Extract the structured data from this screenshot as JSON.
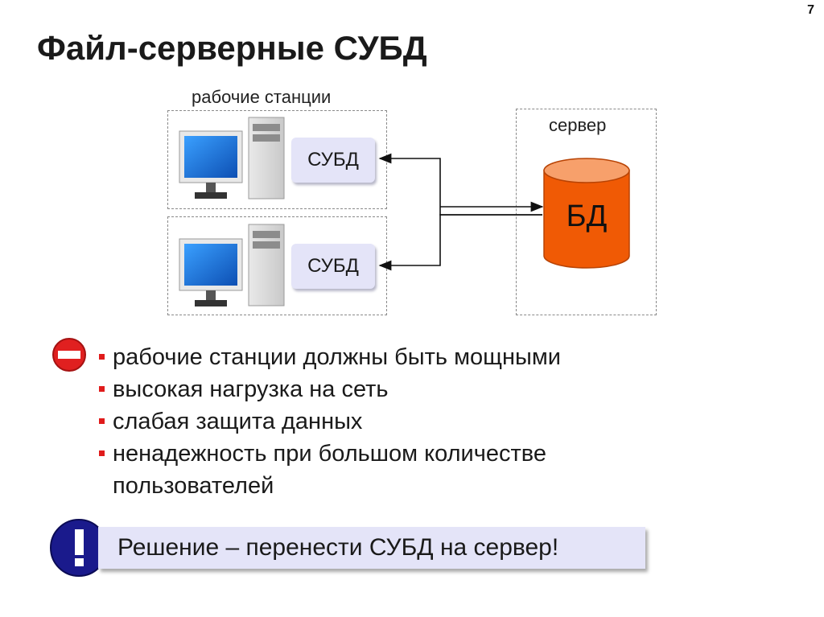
{
  "page_number": "7",
  "title": "Файл-серверные СУБД",
  "diagram": {
    "workstations_label": "рабочие станции",
    "server_label": "сервер",
    "dbms_label": "СУБД",
    "db_label": "БД",
    "colors": {
      "database": "#f05a05",
      "database_top": "#f7a06b",
      "dbms_box": "#e4e4f8",
      "monitor_screen": "#1b6fd8",
      "bullet": "#e01b1b",
      "stop_sign": "#e02020",
      "exclamation_circle": "#1a1a8c"
    }
  },
  "disadvantages": [
    "рабочие станции должны быть мощными",
    "высокая нагрузка на сеть",
    "слабая защита данных",
    "ненадежность при большом количестве пользователей"
  ],
  "solution": {
    "icon": "exclamation-icon",
    "text": "Решение – перенести СУБД на сервер!"
  },
  "minus_icon": "stop-minus-icon"
}
